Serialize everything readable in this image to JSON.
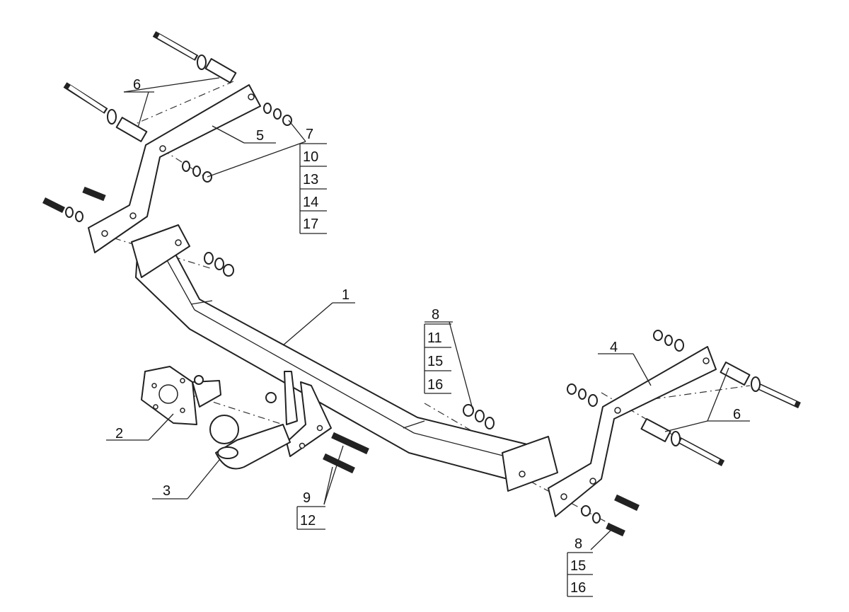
{
  "diagram": {
    "title": "Tow bar exploded assembly diagram",
    "callouts": {
      "tow_bar": "1",
      "socket_bracket": "2",
      "tow_ball": "3",
      "right_bracket": "4",
      "left_bracket": "5",
      "spacer_left": "6",
      "spacer_right": "6",
      "left_bracket_hardware": [
        "7",
        "10",
        "13",
        "14",
        "17"
      ],
      "center_hardware": [
        "8",
        "11",
        "15",
        "16"
      ],
      "ball_bolts": [
        "9",
        "12"
      ],
      "right_lower_hardware": [
        "8",
        "15",
        "16"
      ]
    }
  }
}
